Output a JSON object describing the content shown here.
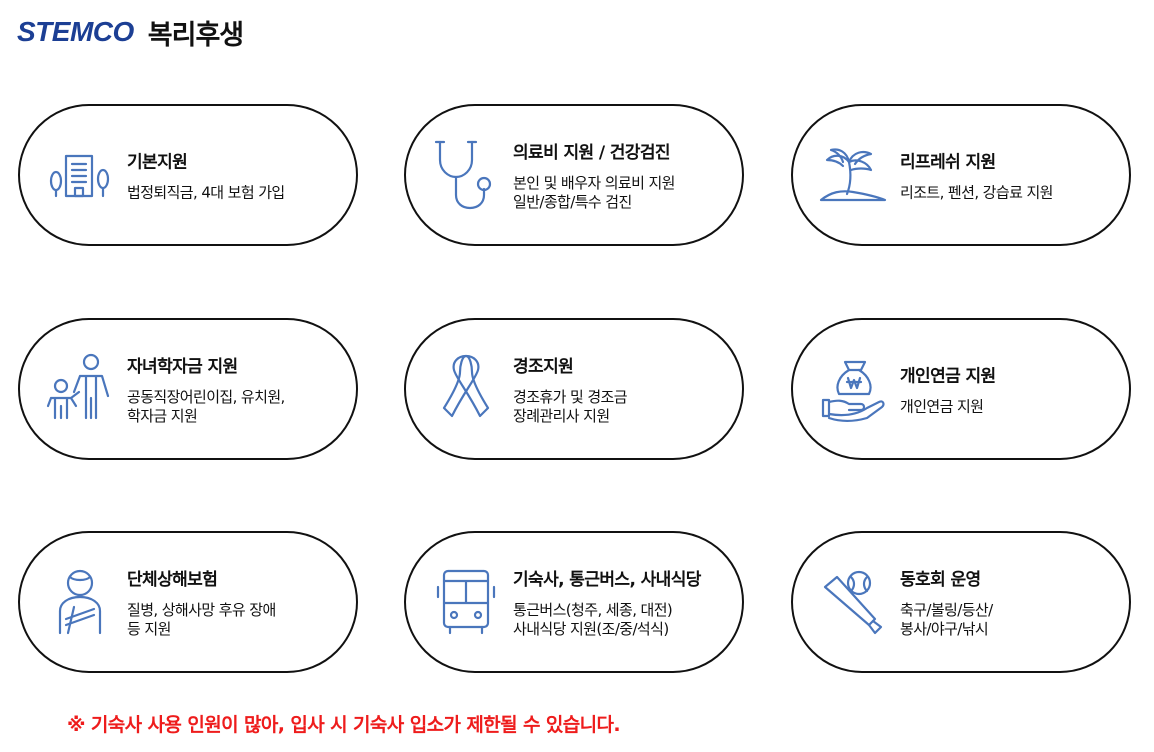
{
  "header": {
    "brand": "STEMCO",
    "title": "복리후생"
  },
  "colors": {
    "brand": "#1c3f94",
    "icon": "#4a76bc",
    "notice": "#ee1c1c",
    "border": "#111111"
  },
  "cards": [
    {
      "icon": "office-building-trees-icon",
      "title": "기본지원",
      "desc": "법정퇴직금, 4대 보험 가입"
    },
    {
      "icon": "stethoscope-icon",
      "title": "의료비 지원 / 건강검진",
      "desc": "본인 및 배우자 의료비 지원\n일반/종합/특수 검진"
    },
    {
      "icon": "palm-island-icon",
      "title": "리프레쉬 지원",
      "desc": "리조트, 펜션, 강습료 지원"
    },
    {
      "icon": "parent-child-icon",
      "title": "자녀학자금 지원",
      "desc": "공동직장어린이집, 유치원,\n학자금 지원"
    },
    {
      "icon": "awareness-ribbon-icon",
      "title": "경조지원",
      "desc": "경조휴가 및 경조금\n장례관리사 지원"
    },
    {
      "icon": "money-bag-hand-icon",
      "title": "개인연금 지원",
      "desc": "개인연금 지원"
    },
    {
      "icon": "injured-person-icon",
      "title": "단체상해보험",
      "desc": "질병, 상해사망 후유 장애\n등 지원"
    },
    {
      "icon": "bus-icon",
      "title": "기숙사, 통근버스, 사내식당",
      "desc": "통근버스(청주, 세종, 대전)\n사내식당 지원(조/중/석식)"
    },
    {
      "icon": "baseball-bat-ball-icon",
      "title": "동호회 운영",
      "desc": "축구/볼링/등산/\n봉사/야구/낚시"
    }
  ],
  "notice": "※ 기숙사 사용 인원이 많아, 입사 시 기숙사 입소가 제한될 수 있습니다."
}
